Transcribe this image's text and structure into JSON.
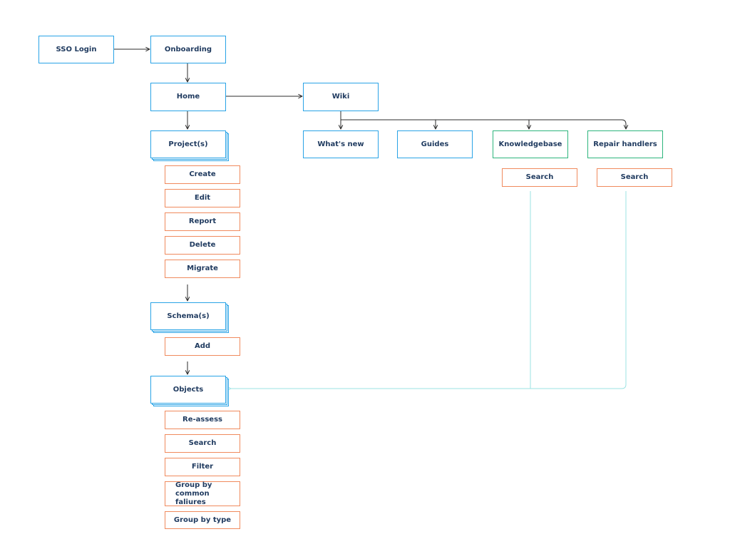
{
  "colors": {
    "main_node": "#29a3e6",
    "wiki_section_node": "#2db57c",
    "action_node": "#f08a5d",
    "search_link": "#9be3e3",
    "arrow": "#2b2b2b",
    "text": "#1f3a5f"
  },
  "nodes": {
    "sso_login": "SSO Login",
    "onboarding": "Onboarding",
    "home": "Home",
    "wiki": "Wiki",
    "projects": "Project(s)",
    "whats_new": "What's new",
    "guides": "Guides",
    "knowledgebase": "Knowledgebase",
    "repair_handlers": "Repair handlers",
    "schemas": "Schema(s)",
    "objects": "Objects"
  },
  "project_actions": [
    "Create",
    "Edit",
    "Report",
    "Delete",
    "Migrate"
  ],
  "schema_actions": [
    "Add"
  ],
  "object_actions": [
    "Re-assess",
    "Search",
    "Filter",
    "Group by common faliures",
    "Group by type"
  ],
  "knowledgebase_actions": [
    "Search"
  ],
  "repair_handlers_actions": [
    "Search"
  ]
}
